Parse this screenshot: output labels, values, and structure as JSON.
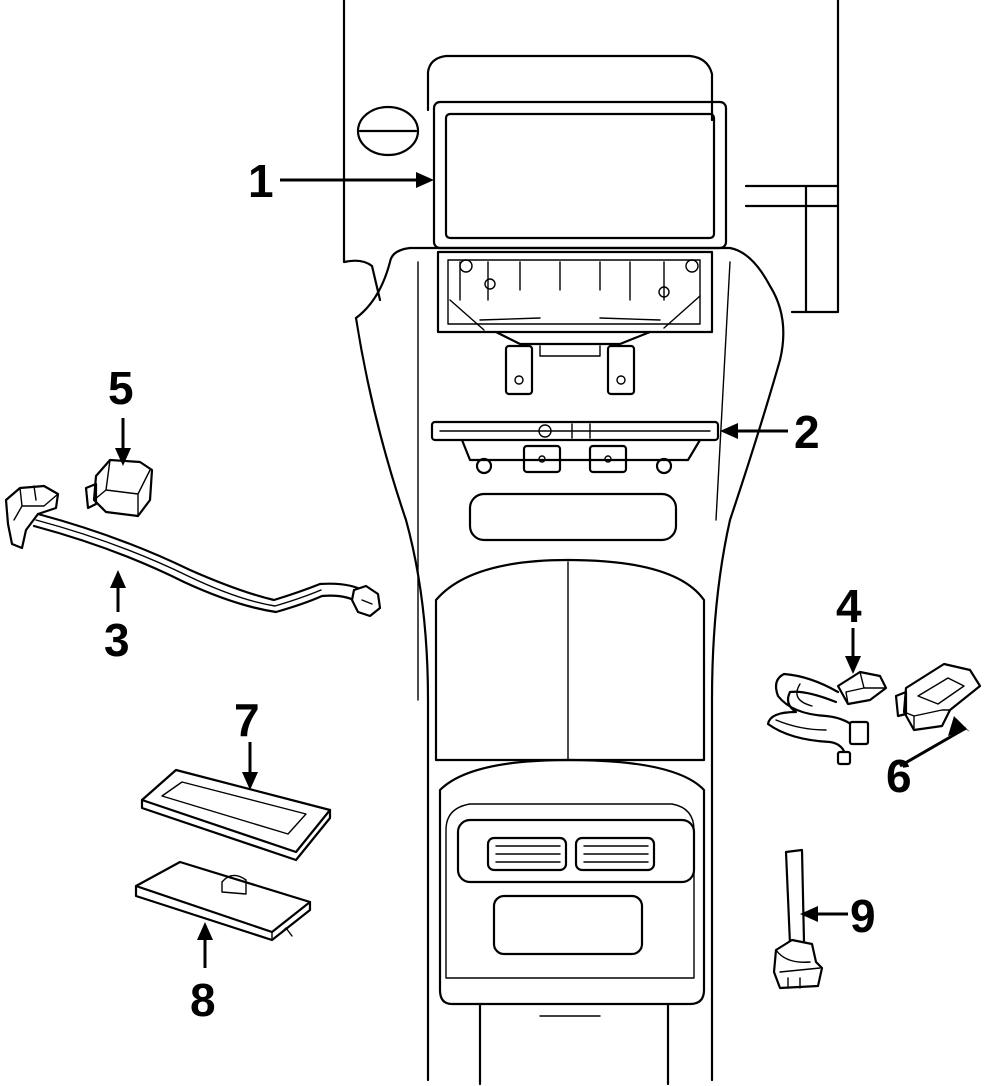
{
  "callouts": [
    {
      "id": "1",
      "label": "1",
      "part": "display-screen"
    },
    {
      "id": "2",
      "label": "2",
      "part": "control-panel-switch"
    },
    {
      "id": "3",
      "label": "3",
      "part": "wire-harness-left"
    },
    {
      "id": "4",
      "label": "4",
      "part": "wire-harness-right"
    },
    {
      "id": "5",
      "label": "5",
      "part": "connector-left"
    },
    {
      "id": "6",
      "label": "6",
      "part": "connector-right"
    },
    {
      "id": "7",
      "label": "7",
      "part": "upper-plate"
    },
    {
      "id": "8",
      "label": "8",
      "part": "lower-plate"
    },
    {
      "id": "9",
      "label": "9",
      "part": "antenna"
    }
  ],
  "colors": {
    "line": "#000000",
    "background": "#ffffff"
  }
}
